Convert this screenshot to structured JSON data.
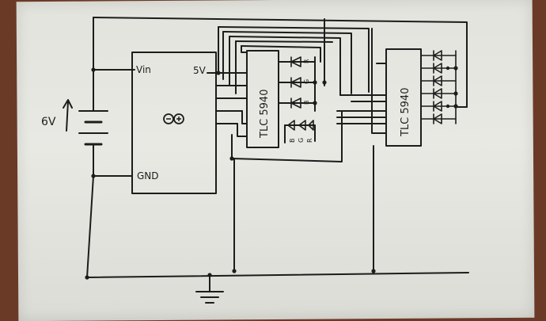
{
  "labels": {
    "battery_voltage": "6V",
    "vin": "Vin",
    "five_v": "5V",
    "gnd": "GND",
    "arduino_logo": "∞",
    "ic1": "TLC 5940",
    "ic2": "TLC 5940"
  },
  "led_group1": {
    "row_labels": [
      "R",
      "G",
      "B"
    ],
    "bottom_labels": [
      "B",
      "G",
      "R"
    ]
  },
  "colors": {
    "ink": "#1c1c1c",
    "paper": "#e6e6e0",
    "desk": "#6b3a26"
  }
}
